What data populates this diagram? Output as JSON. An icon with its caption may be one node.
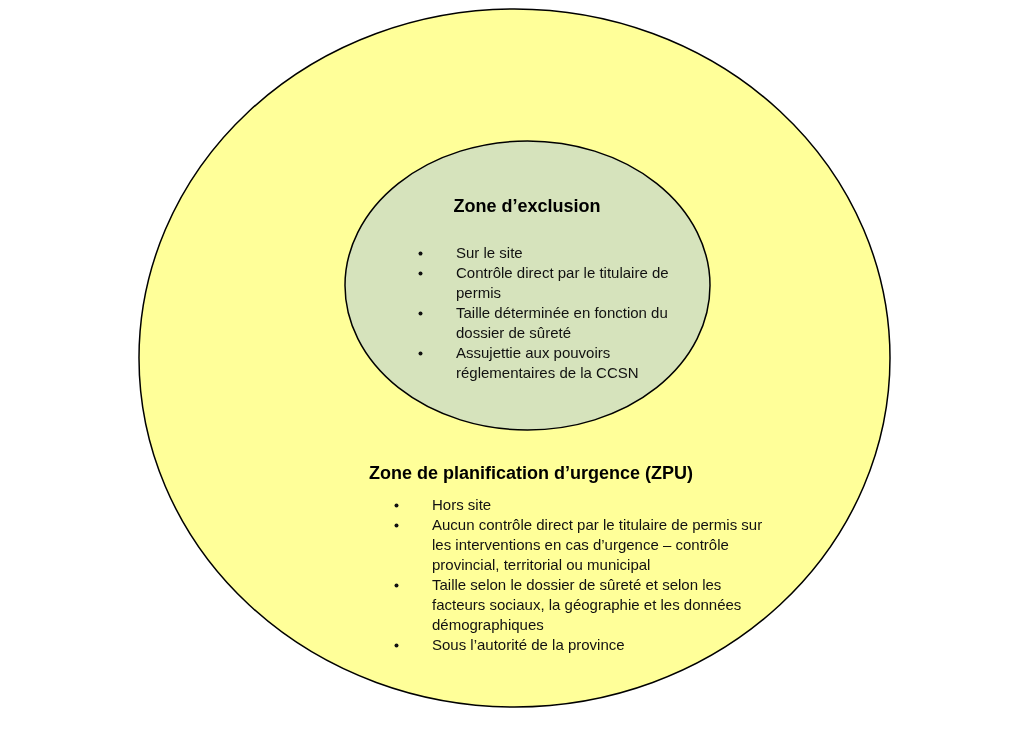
{
  "diagram": {
    "nodes": [
      {
        "text": [
          "Zone de planification d’urgence (ZPU)",
          "Hors site",
          "Aucun contrôle direct par le titulaire de permis sur les interventions en cas d’urgence – contrôle provincial, territorial ou municipal",
          "Taille selon le dossier de sûreté et selon les facteurs sociaux, la géographie et les données démographiques",
          "Sous l’autorité de la province"
        ]
      },
      {
        "text": [
          "Zone d’exclusion",
          "Sur le site",
          "Contrôle direct par le titulaire de permis",
          "Taille déterminée en fonction du dossier de sûreté",
          "Assujettie aux pouvoirs réglementaires de la CCSN"
        ],
        "in": 0
      }
    ]
  }
}
